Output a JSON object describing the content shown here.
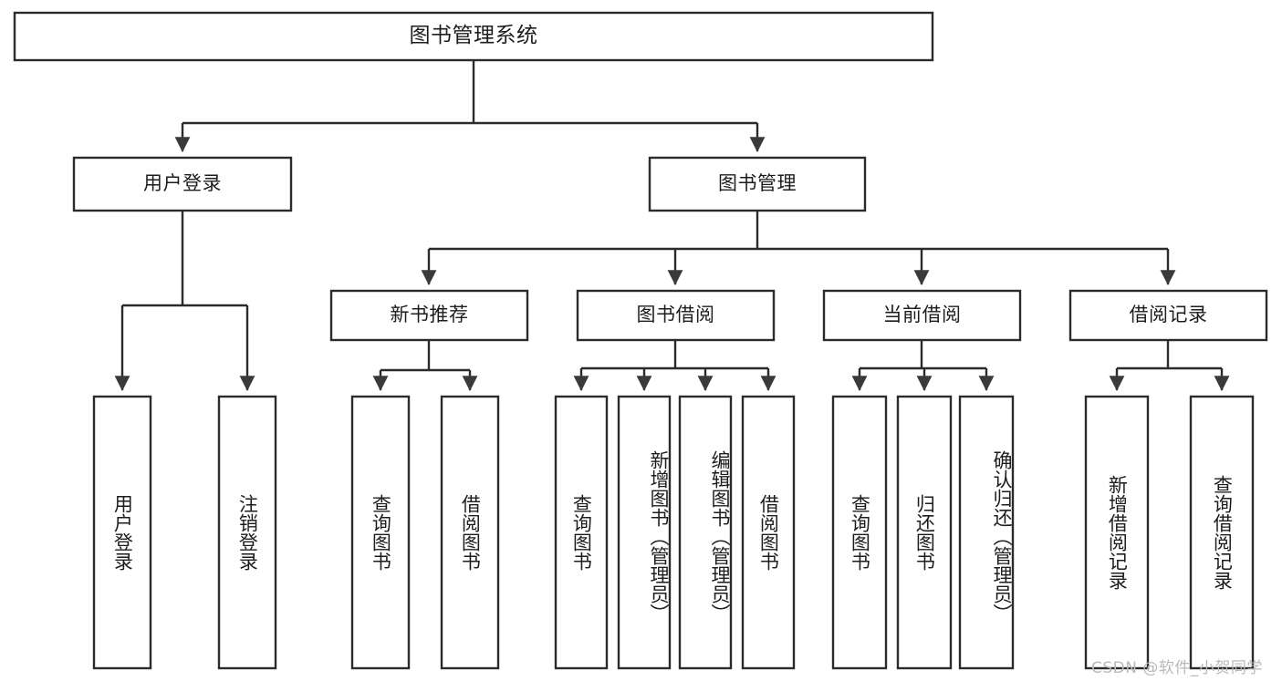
{
  "diagram": {
    "type": "tree-hierarchy-chart",
    "title_node": {
      "label": "图书管理系统"
    },
    "level2": [
      {
        "id": "user-login",
        "label": "用户登录"
      },
      {
        "id": "book-management",
        "label": "图书管理"
      }
    ],
    "level3": [
      {
        "id": "new-book-recommend",
        "label": "新书推荐"
      },
      {
        "id": "book-borrow",
        "label": "图书借阅"
      },
      {
        "id": "current-borrow",
        "label": "当前借阅"
      },
      {
        "id": "borrow-record",
        "label": "借阅记录"
      }
    ],
    "leaves": {
      "user_login": [
        {
          "id": "leaf-user-login",
          "label": "用户登录"
        },
        {
          "id": "leaf-user-logout",
          "label": "注销登录"
        }
      ],
      "new_book_recommend": [
        {
          "id": "leaf-query-book-1",
          "label": "查询图书"
        },
        {
          "id": "leaf-borrow-book-1",
          "label": "借阅图书"
        }
      ],
      "book_borrow": [
        {
          "id": "leaf-query-book-2",
          "label": "查询图书"
        },
        {
          "id": "leaf-add-book",
          "label": "新增图书（管理员）"
        },
        {
          "id": "leaf-edit-book",
          "label": "编辑图书（管理员）"
        },
        {
          "id": "leaf-borrow-book-2",
          "label": "借阅图书"
        }
      ],
      "current_borrow": [
        {
          "id": "leaf-query-book-3",
          "label": "查询图书"
        },
        {
          "id": "leaf-return-book",
          "label": "归还图书"
        },
        {
          "id": "leaf-confirm-return",
          "label": "确认归还（管理员）"
        }
      ],
      "borrow_record": [
        {
          "id": "leaf-add-record",
          "label": "新增借阅记录"
        },
        {
          "id": "leaf-query-record",
          "label": "查询借阅记录"
        }
      ]
    },
    "colors": {
      "box_fill": "#ffffff",
      "box_stroke": "#2b2b2b",
      "connector": "#2b2b2b",
      "text": "#1d1d1d",
      "background": "#ffffff",
      "watermark": "#b9b9b9"
    }
  },
  "watermark": {
    "text": "CSDN @软件_小贺同学"
  }
}
